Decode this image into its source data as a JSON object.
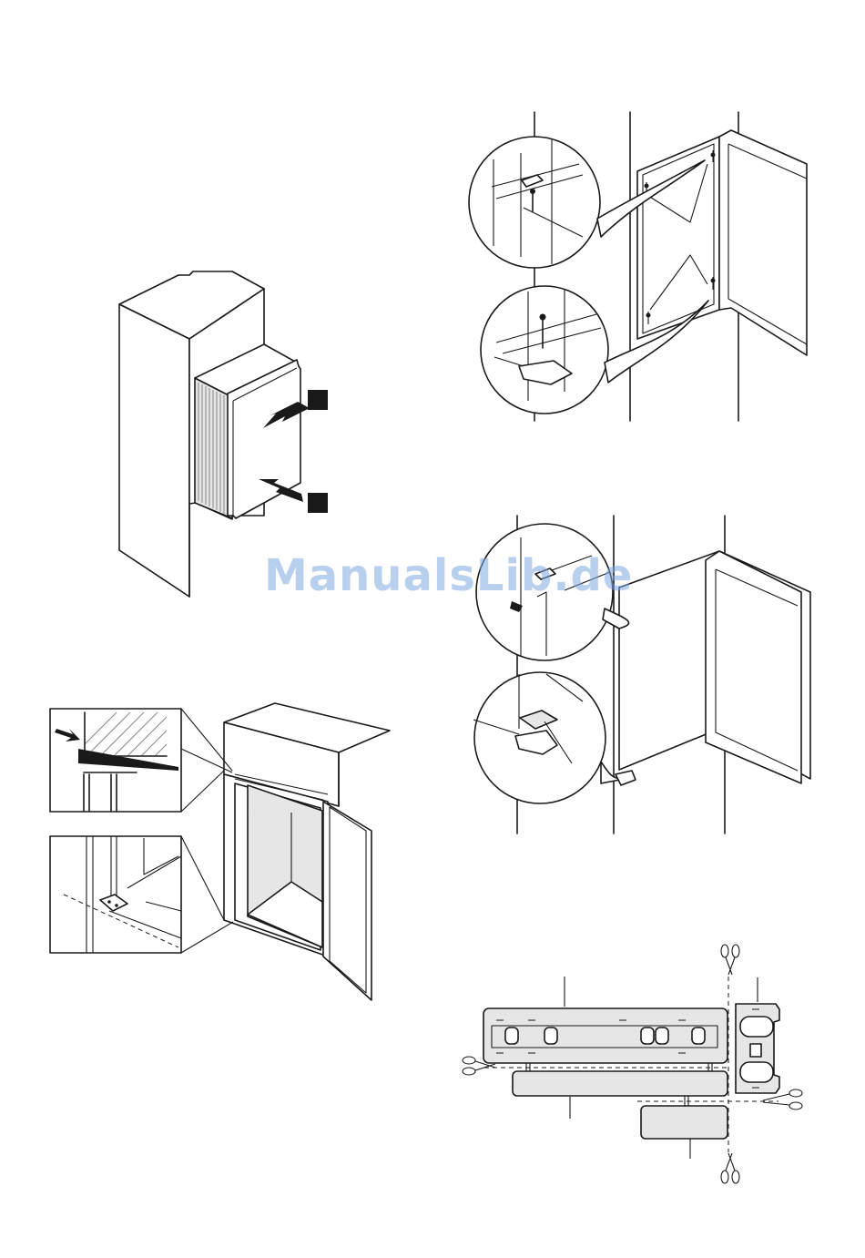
{
  "watermark": {
    "text": "ManualsLib.de",
    "color": "#7fa8e0"
  },
  "figures": {
    "cabinet": {
      "markers": 2
    },
    "hinge_inset": {},
    "screw_mounting": {},
    "cover_clip": {},
    "strips": {
      "cut_marks": 4
    }
  }
}
